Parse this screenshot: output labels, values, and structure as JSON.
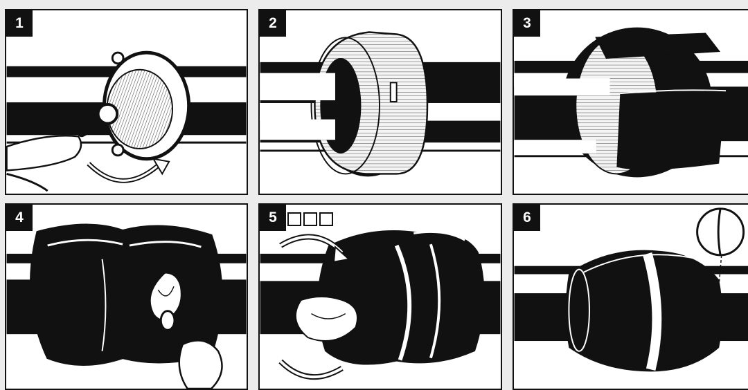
{
  "panels": [
    {
      "number": "1"
    },
    {
      "number": "2"
    },
    {
      "number": "3"
    },
    {
      "number": "4"
    },
    {
      "number": "5"
    },
    {
      "number": "6"
    }
  ],
  "colors": {
    "ink": "#111111",
    "paper": "#ffffff",
    "background": "#ececec",
    "hatch": "#9a9a9a"
  }
}
